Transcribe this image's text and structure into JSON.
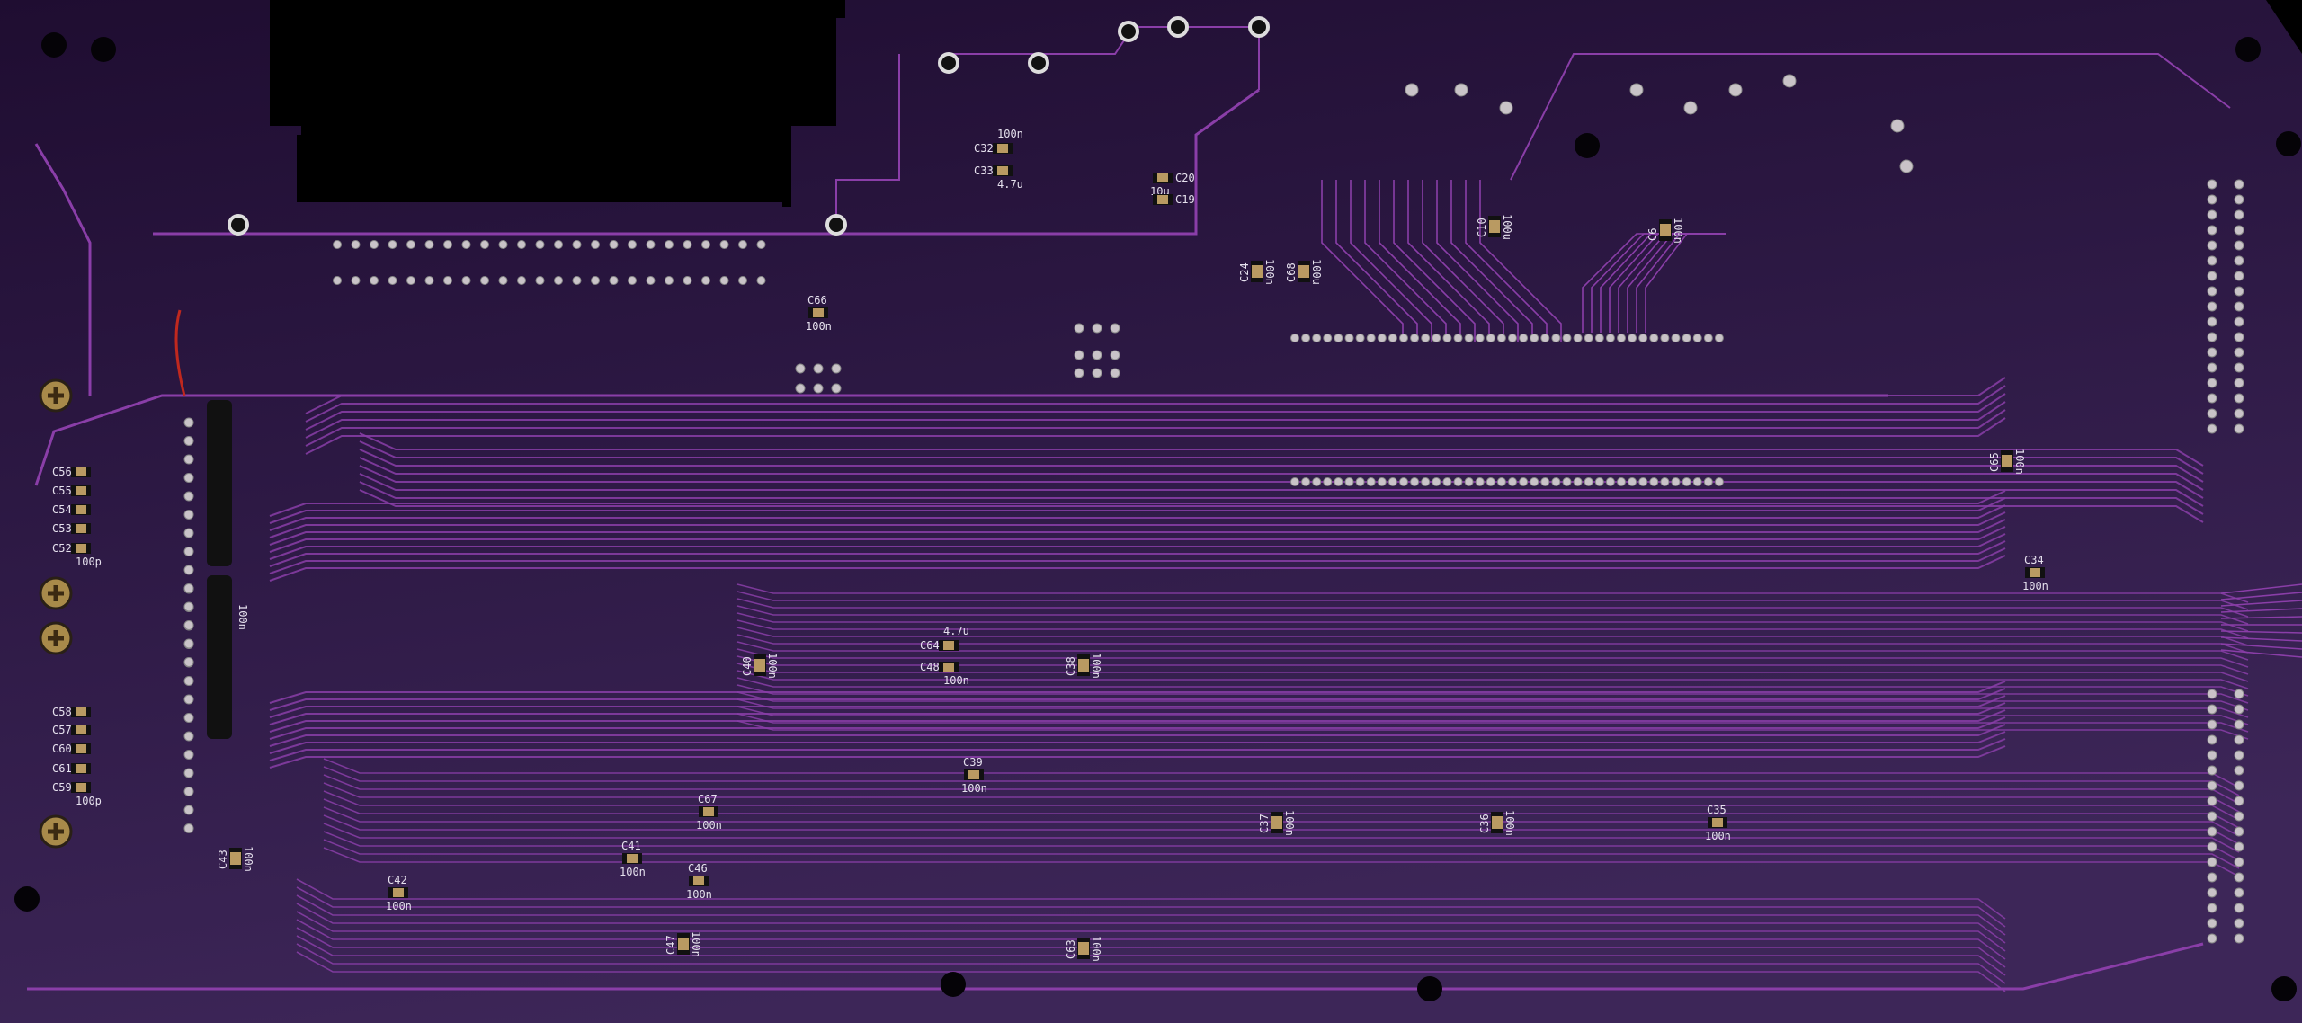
{
  "board": {
    "colors": {
      "soldermask_dark": "#231036",
      "soldermask_light": "#3d2658",
      "trace": "#8a3ea8",
      "silkscreen": "#e6e1ee",
      "pad": "#c9c3c8",
      "cap_body": "#b99a62"
    }
  },
  "components": [
    {
      "ref": "C32",
      "value": "100n"
    },
    {
      "ref": "C33",
      "value": "4.7u"
    },
    {
      "ref": "C20",
      "value": "10u"
    },
    {
      "ref": "C19",
      "value": ""
    },
    {
      "ref": "C66",
      "value": "100n"
    },
    {
      "ref": "C24",
      "value": "100n"
    },
    {
      "ref": "C68",
      "value": "100u"
    },
    {
      "ref": "C10",
      "value": "100u"
    },
    {
      "ref": "C6",
      "value": "100n"
    },
    {
      "ref": "C65",
      "value": "100n"
    },
    {
      "ref": "C34",
      "value": "100n"
    },
    {
      "ref": "C40",
      "value": "100n"
    },
    {
      "ref": "C64",
      "value": "4.7u"
    },
    {
      "ref": "C48",
      "value": "100n"
    },
    {
      "ref": "C38",
      "value": "100n"
    },
    {
      "ref": "C39",
      "value": "100n"
    },
    {
      "ref": "C67",
      "value": "100n"
    },
    {
      "ref": "C43",
      "value": "100n"
    },
    {
      "ref": "C42",
      "value": "100n"
    },
    {
      "ref": "C41",
      "value": "100n"
    },
    {
      "ref": "C46",
      "value": "100n"
    },
    {
      "ref": "C47",
      "value": "100n"
    },
    {
      "ref": "C37",
      "value": "100n"
    },
    {
      "ref": "C36",
      "value": "100n"
    },
    {
      "ref": "C35",
      "value": "100n"
    },
    {
      "ref": "C63",
      "value": "100n"
    },
    {
      "ref": "C56",
      "value": ""
    },
    {
      "ref": "C55",
      "value": ""
    },
    {
      "ref": "C54",
      "value": ""
    },
    {
      "ref": "C53",
      "value": ""
    },
    {
      "ref": "C52",
      "value": "100p"
    },
    {
      "ref": "C58",
      "value": ""
    },
    {
      "ref": "C57",
      "value": ""
    },
    {
      "ref": "C60",
      "value": ""
    },
    {
      "ref": "C61",
      "value": ""
    },
    {
      "ref": "C59",
      "value": "100p"
    }
  ],
  "resistor_array_value": "100n"
}
